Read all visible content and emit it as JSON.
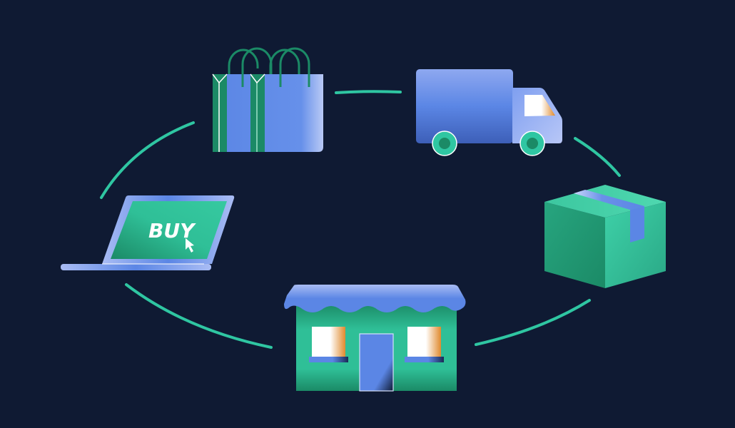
{
  "scene": {
    "title": "E-commerce purchase cycle illustration",
    "background": "#0f1a33"
  },
  "colors": {
    "teal_line": "#2fc6a2",
    "green_dark": "#1b8a66",
    "green_mid": "#2fbf97",
    "green_light": "#3ed1a8",
    "blue": "#5b86e5",
    "blue_light": "#9fb6f2",
    "white": "#ffffff",
    "orange": "#e08a2e"
  },
  "laptop": {
    "screen_text": "BUY",
    "icon": "cursor-arrow-icon"
  },
  "steps": [
    {
      "name": "laptop",
      "icon": "laptop-icon"
    },
    {
      "name": "shopping-bags",
      "icon": "shopping-bag-icon"
    },
    {
      "name": "delivery-truck",
      "icon": "truck-icon"
    },
    {
      "name": "package-box",
      "icon": "package-icon"
    },
    {
      "name": "storefront",
      "icon": "store-icon"
    }
  ]
}
